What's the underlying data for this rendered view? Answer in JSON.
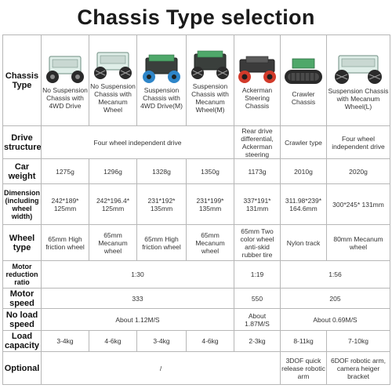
{
  "title": "Chassis Type selection",
  "headers": {
    "chassis_type": "Chassis Type",
    "drive_structure": "Drive structure",
    "car_weight": "Car weight",
    "dimension": "Dimension (including wheel width)",
    "wheel_type": "Wheel type",
    "motor_reduction_ratio": "Motor reduction ratio",
    "motor_speed": "Motor speed",
    "no_load_speed": "No load speed",
    "load_capacity": "Load capacity",
    "optional": "Optional"
  },
  "chassis": [
    {
      "name": "No Suspension Chassis with 4WD Drive",
      "weight": "1275g",
      "dimension": "242*189* 125mm",
      "wheel": "65mm High friction wheel",
      "load": "3-4kg",
      "wheel_color": "#2a2a2a"
    },
    {
      "name": "No Suspension Chassis with Mecanum Wheel",
      "weight": "1296g",
      "dimension": "242*196.4* 125mm",
      "wheel": "65mm Mecanum wheel",
      "load": "4-6kg",
      "wheel_color": "#2a2a2a"
    },
    {
      "name": "Suspension Chassis with 4WD Drive(M)",
      "weight": "1328g",
      "dimension": "231*192* 135mm",
      "wheel": "65mm High friction wheel",
      "load": "3-4kg",
      "wheel_color": "#2e86c9"
    },
    {
      "name": "Suspension Chassis with Mecanum Wheel(M)",
      "weight": "1350g",
      "dimension": "231*199* 135mm",
      "wheel": "65mm Mecanum wheel",
      "load": "4-6kg",
      "wheel_color": "#2a2a2a"
    },
    {
      "name": "Ackerman Steering Chassis",
      "weight": "1173g",
      "dimension": "337*191* 131mm",
      "wheel": "65mm Two color wheel anti-skid rubber tire",
      "load": "2-3kg",
      "wheel_color": "#d23a2a"
    },
    {
      "name": "Crawler Chassis",
      "weight": "2010g",
      "dimension": "311.98*239* 164.6mm",
      "wheel": "Nylon track",
      "load": "8-11kg",
      "wheel_color": "#2a2a2a"
    },
    {
      "name": "Suspension Chassis with Mecanum Wheel(L)",
      "weight": "2020g",
      "dimension": "300*245* 131mm",
      "wheel": "80mm Mecanum wheel",
      "load": "7-10kg",
      "wheel_color": "#2a2a2a"
    }
  ],
  "drive_structure": {
    "four_wheel": "Four wheel independent drive",
    "ackerman": "Rear drive differential, Ackerman steering",
    "crawler": "Crawler type",
    "mecanum_l": "Four wheel independent drive"
  },
  "reduction_ratio": {
    "group_a": "1:30",
    "group_b": "1:19",
    "group_c": "1:56"
  },
  "motor_speed": {
    "group_a": "333",
    "group_b": "550",
    "group_c": "205"
  },
  "no_load_speed": {
    "group_a": "About 1.12M/S",
    "group_b": "About 1.87M/S",
    "group_c": "About 0.69M/S"
  },
  "optional": {
    "group_a": "/",
    "crawler": "3DOF quick release robotic arm",
    "mecanum_l": "6DOF robotic arm, camera heiger bracket"
  },
  "colors": {
    "frame_green": "#4fa86a",
    "border": "#b7b7b7",
    "header_bg": "#e6e6e6"
  }
}
